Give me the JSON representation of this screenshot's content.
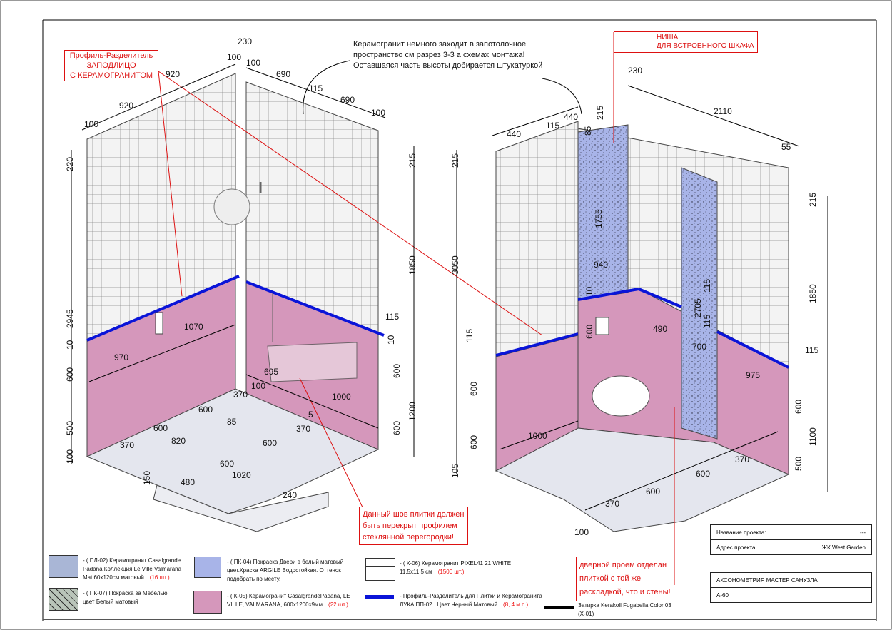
{
  "annotations": {
    "profile_note": [
      "Профиль-Разделитель",
      "ЗАПОДЛИЦО",
      "С КЕРАМОГРАНИТОМ"
    ],
    "ceiling_note": [
      "Керамогранит немного заходит в запотолочное",
      "пространство см разрез 3-3 а схемах монтажа!",
      "Оставшаяся часть высоты добирается штукатуркой"
    ],
    "niche_note": [
      "НИША",
      "ДЛЯ ВСТРОЕННОГО ШКАФА"
    ],
    "seam_note": [
      "Данный шов плитки должен",
      "быть перекрыт профилем",
      "стеклянной перегородки!"
    ],
    "door_note": [
      "дверной проем отделан",
      "плиткой с той же",
      "раскладкой, что и стены!"
    ]
  },
  "dimensions_left": [
    "230",
    "100",
    "920",
    "920",
    "100",
    "100",
    "690",
    "115",
    "690",
    "100",
    "220",
    "2945",
    "10",
    "600",
    "500",
    "100",
    "1070",
    "970",
    "695",
    "1000",
    "370",
    "100",
    "600",
    "370",
    "85",
    "600",
    "820",
    "5",
    "370",
    "600",
    "600",
    "1020",
    "150",
    "480",
    "240",
    "215",
    "1850",
    "115",
    "10",
    "600",
    "1200",
    "600"
  ],
  "dimensions_right": [
    "230",
    "2110",
    "55",
    "440",
    "115",
    "440",
    "85",
    "215",
    "215",
    "1755",
    "940",
    "10",
    "3050",
    "115",
    "600",
    "600",
    "105",
    "1000",
    "2705",
    "115",
    "115",
    "490",
    "700",
    "975",
    "215",
    "1850",
    "115",
    "600",
    "1100",
    "500",
    "370",
    "600",
    "600",
    "370",
    "100",
    "600"
  ],
  "legend": [
    {
      "code": "- ( ПЛ-02) Керамогранит Casalgrande Padana Коллекция Le Ville Valmarana Mat 60х120см матовый",
      "qty": "(16 шт.)",
      "color": "#a9b6d6"
    },
    {
      "code": "- ( ПК-07) Покраска за Мебелью цвет Белый матовый",
      "qty": "",
      "color": "#b9c4b9"
    },
    {
      "code": "- ( ПК-04) Покраска Двери в белый матовый цвет.Краска ARGILE Водостойкая. Оттенок подобрать по месту.",
      "qty": "",
      "color": "#a8b4e8"
    },
    {
      "code": "- ( К-05) Керамогранит CasalgrandePadana, LE VILLE, VALMARANA, 600х1200х9мм",
      "qty": "(22 шт.)",
      "color": "#d597bb"
    },
    {
      "code": "- ( К-06) Керамогранит PIXEL41 21 WHITE 11,5х11,5 см",
      "qty": "(1500 шт.)",
      "color": "#ffffff"
    },
    {
      "code": "- Профиль-Разделитель для Плитки и Керамогранита ЛУКА ПП-02 . Цвет Черный Матовый",
      "qty": "(8, 4 м.п.)",
      "color": "#0a14d8"
    },
    {
      "code": "Затирка Kerakoll Fugabella Color 03 (Х-01)",
      "qty": "",
      "color": "#000000"
    }
  ],
  "title_block": {
    "project_name_label": "Название проекта:",
    "project_name_value": "---",
    "address_label": "Адрес проекта:",
    "address_value": "ЖК West Garden",
    "sheet_title": "АКСОНОМЕТРИЯ МАСТЕР САНУЗЛА",
    "sheet_code": "А-60"
  }
}
